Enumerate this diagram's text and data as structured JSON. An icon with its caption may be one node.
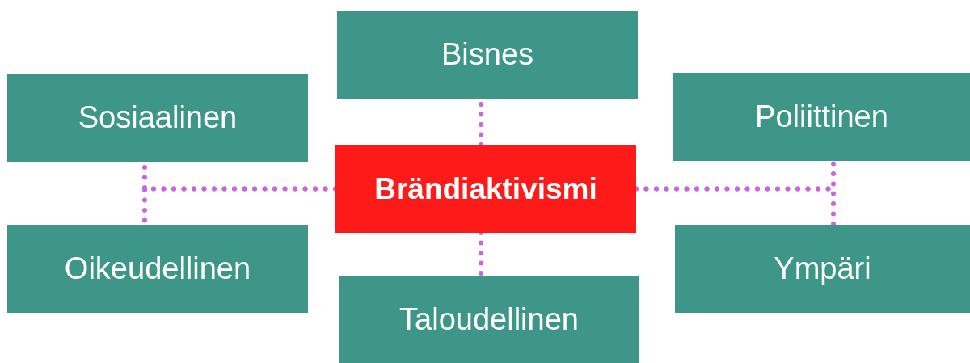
{
  "diagram": {
    "nodes": [
      {
        "text": [
          "Bisnes"
        ]
      },
      {
        "text": [
          "Sosiaalinen"
        ]
      },
      {
        "text": [
          "Poliittinen"
        ]
      },
      {
        "text": [
          "Brändiaktivismi"
        ]
      },
      {
        "text": [
          "Oikeudellinen"
        ]
      },
      {
        "text": [
          "Ympäri"
        ]
      },
      {
        "text": [
          "Taloudellinen"
        ]
      }
    ],
    "edges": [
      {
        "from": 3,
        "to": 0,
        "arrow": "none"
      },
      {
        "from": 3,
        "to": 1,
        "arrow": "none"
      },
      {
        "from": 3,
        "to": 4,
        "arrow": "none"
      },
      {
        "from": 3,
        "to": 2,
        "arrow": "none"
      },
      {
        "from": 3,
        "to": 5,
        "arrow": "none"
      },
      {
        "from": 3,
        "to": 6,
        "arrow": "none"
      }
    ]
  }
}
